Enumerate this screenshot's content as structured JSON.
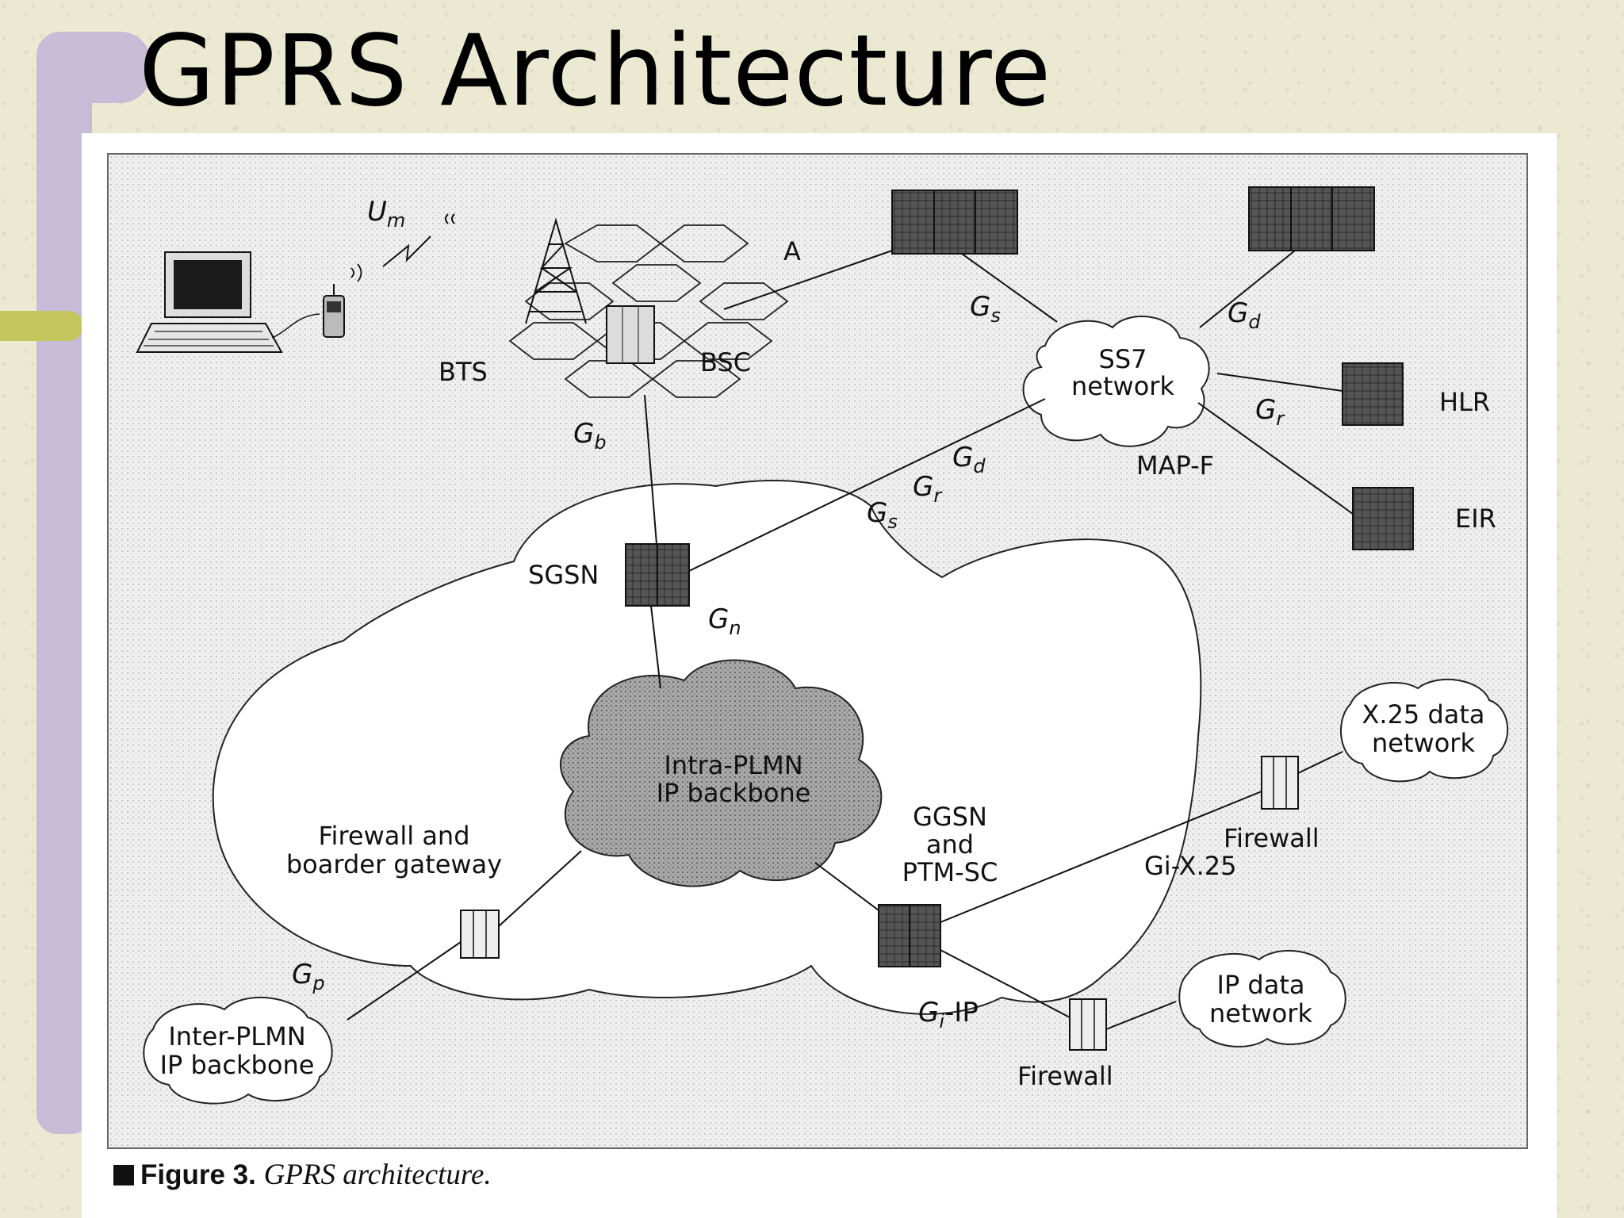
{
  "slide": {
    "title": "GPRS Architecture"
  },
  "caption": {
    "label": "Figure 3.",
    "text": "GPRS architecture."
  },
  "nodes": {
    "bts": "BTS",
    "bsc": "BSC",
    "sgsn": "SGSN",
    "ss7": [
      "SS7",
      "network"
    ],
    "hlr": "HLR",
    "eir": "EIR",
    "map_f": "MAP-F",
    "intra_plmn": [
      "Intra-PLMN",
      "IP backbone"
    ],
    "border_gateway": [
      "Firewall and",
      "boarder gateway"
    ],
    "inter_plmn": [
      "Inter-PLMN",
      "IP backbone"
    ],
    "ggsn": [
      "GGSN",
      "and",
      "PTM-SC"
    ],
    "x25_network": [
      "X.25 data",
      "network"
    ],
    "ip_network": [
      "IP data",
      "network"
    ],
    "firewall_x25": "Firewall",
    "firewall_ip": "Firewall"
  },
  "interfaces": {
    "um": {
      "main": "U",
      "sub": "m"
    },
    "a": "A",
    "gb": {
      "main": "G",
      "sub": "b"
    },
    "gs_top": {
      "main": "G",
      "sub": "s"
    },
    "gd_top": {
      "main": "G",
      "sub": "d"
    },
    "gr_top": {
      "main": "G",
      "sub": "r"
    },
    "gd_mid": {
      "main": "G",
      "sub": "d"
    },
    "gr_mid": {
      "main": "G",
      "sub": "r"
    },
    "gs_mid": {
      "main": "G",
      "sub": "s"
    },
    "gn": {
      "main": "G",
      "sub": "n"
    },
    "gp": {
      "main": "G",
      "sub": "p"
    },
    "gi_ip": {
      "main": "G",
      "sub": "i",
      "suffix": "-IP"
    },
    "gi_x25": "Gi-X.25"
  },
  "colors": {
    "background": "#ece9d2",
    "sidebar": "#c7bcd8",
    "accent": "#c4c65b",
    "diagram_frame": "#ececec",
    "equipment_dark": "#4a4a4a"
  }
}
